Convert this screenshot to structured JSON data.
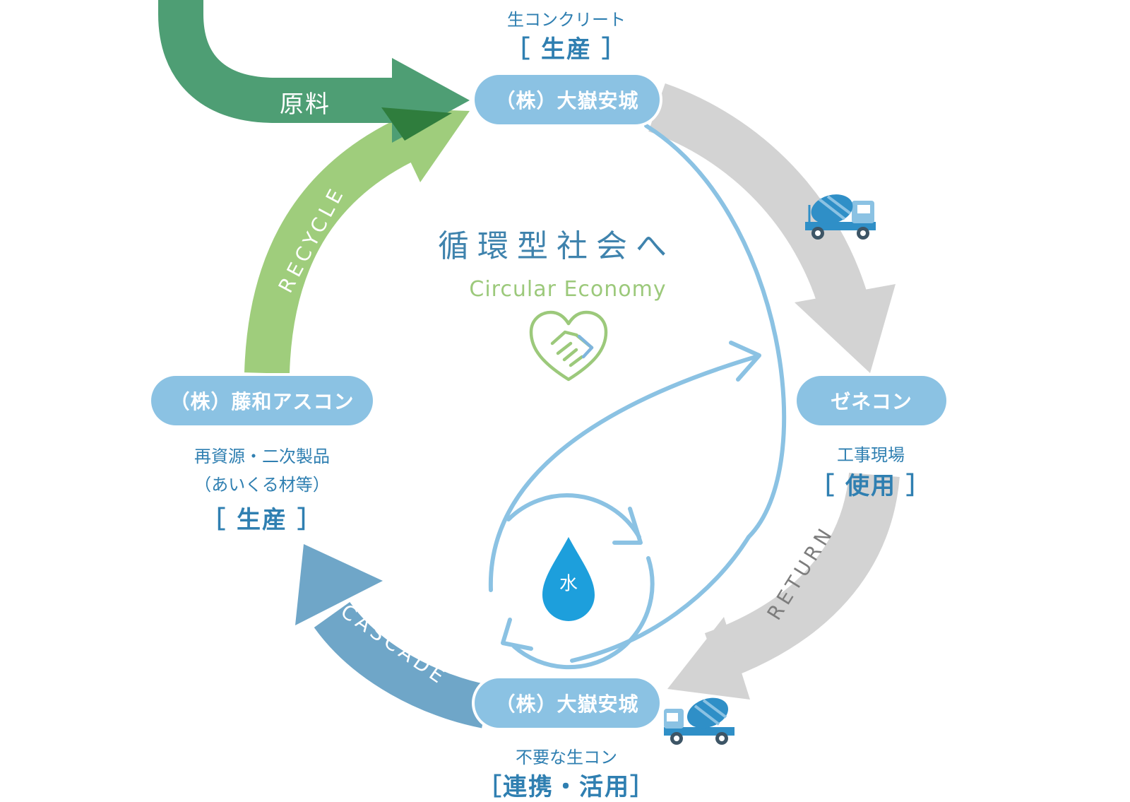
{
  "colors": {
    "raw_material_arrow": "#4e9e74",
    "raw_material_overlap": "#2f7d3d",
    "recycle_arrow": "#9fcd7c",
    "delivery_arrow": "#d3d3d3",
    "return_arrow": "#d3d3d3",
    "cascade_arrow": "#6fa6c8",
    "node_fill": "#8bc2e3",
    "flow_line": "#8bc2e3",
    "water_drop": "#1d9fdc",
    "caption_text": "#2f7fb1",
    "title_text": "#3f83ad",
    "subtitle_text": "#9cc97b",
    "truck_body": "#2f8fc7"
  },
  "arrows": {
    "raw_material": "原料",
    "recycle": "RECYCLE",
    "return": "RETURN",
    "cascade": "CASCADE"
  },
  "nodes": {
    "top": {
      "label": "（株）大嶽安城",
      "caption_small": "生コンクリート",
      "caption_large": "［ 生産 ］"
    },
    "right": {
      "label": "ゼネコン",
      "caption_small": "工事現場",
      "caption_large": "［ 使用 ］"
    },
    "bottom": {
      "label": "（株）大嶽安城",
      "caption_small": "不要な生コン",
      "caption_large": "［連携・活用］"
    },
    "left": {
      "label": "（株）藤和アスコン",
      "caption_line1": "再資源・二次製品",
      "caption_line2": "（あいくる材等）",
      "caption_large": "［ 生産 ］"
    }
  },
  "center": {
    "title": "循環型社会へ",
    "subtitle": "Circular Economy",
    "icon": "handshake-heart-icon"
  },
  "water": {
    "label": "水",
    "icon": "water-drop-icon"
  },
  "icons": {
    "truck_top": "mixer-truck-icon",
    "truck_bottom": "mixer-truck-icon"
  }
}
